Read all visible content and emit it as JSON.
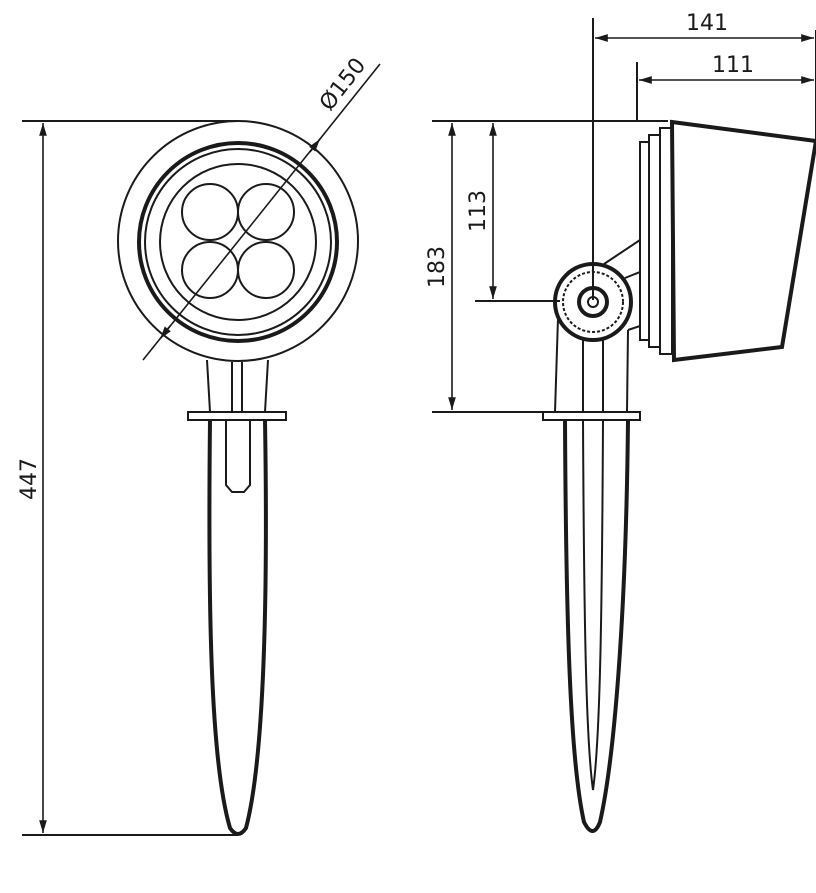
{
  "drawing": {
    "front_view": {
      "diameter_label": "Ø150",
      "height_label": "447"
    },
    "side_view": {
      "depth_total_label": "141",
      "depth_head_label": "111",
      "height_head_label": "183",
      "pivot_height_label": "113"
    },
    "line_color": "#1a1a1a"
  }
}
